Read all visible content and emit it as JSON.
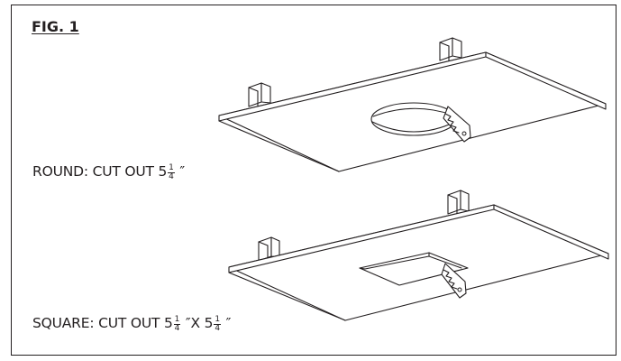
{
  "figure": {
    "title": "FIG. 1"
  },
  "round": {
    "caption_prefix": "ROUND: CUT OUT 5",
    "caption_frac_num": "1",
    "caption_frac_den": "4",
    "caption_suffix": " ″"
  },
  "square": {
    "caption_prefix": "SQUARE: CUT OUT  5",
    "caption_frac1_num": "1",
    "caption_frac1_den": "4",
    "caption_mid": " ″X 5",
    "caption_frac2_num": "1",
    "caption_frac2_den": "4",
    "caption_suffix": " ″"
  },
  "colors": {
    "ink": "#231f20",
    "background": "#ffffff"
  }
}
